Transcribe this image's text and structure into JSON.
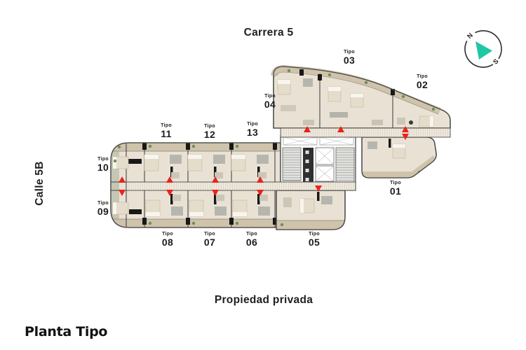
{
  "labels": {
    "street_top": "Carrera 5",
    "street_left": "Calle 5B",
    "street_bottom": "Propiedad privada",
    "plan_title": "Planta Tipo"
  },
  "compass": {
    "north": "N",
    "south": "S",
    "needle_color": "#1fc7a5"
  },
  "plan": {
    "marker_color": "#e8231c",
    "units": [
      {
        "label": "Tipo",
        "number": "01"
      },
      {
        "label": "Tipo",
        "number": "02"
      },
      {
        "label": "Tipo",
        "number": "03"
      },
      {
        "label": "Tipo",
        "number": "04"
      },
      {
        "label": "Tipo",
        "number": "05"
      },
      {
        "label": "Tipo",
        "number": "06"
      },
      {
        "label": "Tipo",
        "number": "07"
      },
      {
        "label": "Tipo",
        "number": "08"
      },
      {
        "label": "Tipo",
        "number": "09"
      },
      {
        "label": "Tipo",
        "number": "10"
      },
      {
        "label": "Tipo",
        "number": "11"
      },
      {
        "label": "Tipo",
        "number": "12"
      },
      {
        "label": "Tipo",
        "number": "13"
      }
    ]
  },
  "colors": {
    "unit_floor": "#e9e2d4",
    "balcony_wood": "#cfc3ab",
    "wall": "#474747",
    "marker_red": "#e8231c",
    "compass_teal": "#1fc7a5"
  }
}
